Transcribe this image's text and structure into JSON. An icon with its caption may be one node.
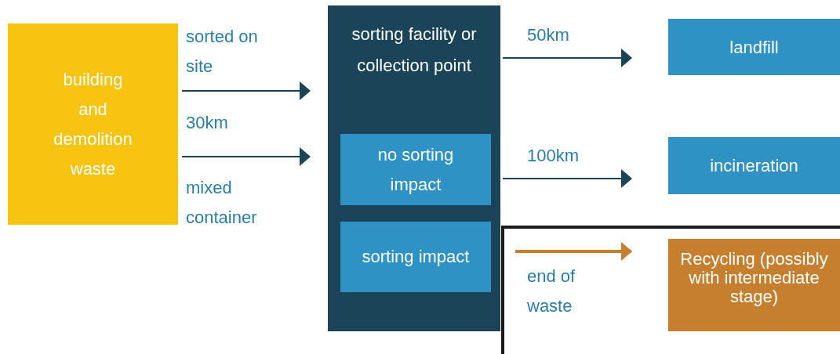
{
  "diagram": {
    "nodes": [
      {
        "text": [
          "building and demolition waste"
        ]
      },
      {
        "text": [
          "sorting facility or collection point"
        ]
      },
      {
        "text": [
          "no sorting impact"
        ],
        "in": 1
      },
      {
        "text": [
          "sorting impact"
        ],
        "in": 1
      },
      {
        "text": [
          "landfill"
        ]
      },
      {
        "text": [
          "incineration"
        ]
      },
      {
        "text": [
          "Recycling (possibly with intermediate stage)"
        ]
      }
    ],
    "edges": [
      {
        "from": 0,
        "to": 1,
        "arrow": "to",
        "label": "sorted on site"
      },
      {
        "from": 0,
        "to": 1,
        "arrow": "to",
        "label": "mixed container"
      },
      {
        "from": 1,
        "to": 4,
        "arrow": "to",
        "label": "50km"
      },
      {
        "from": 1,
        "to": 5,
        "arrow": "to",
        "label": "100km"
      },
      {
        "from": 1,
        "to": 6,
        "arrow": "to",
        "label": "end of waste",
        "style": "thick",
        "color": "#c57f2e"
      }
    ],
    "labels": [
      "30km"
    ]
  }
}
